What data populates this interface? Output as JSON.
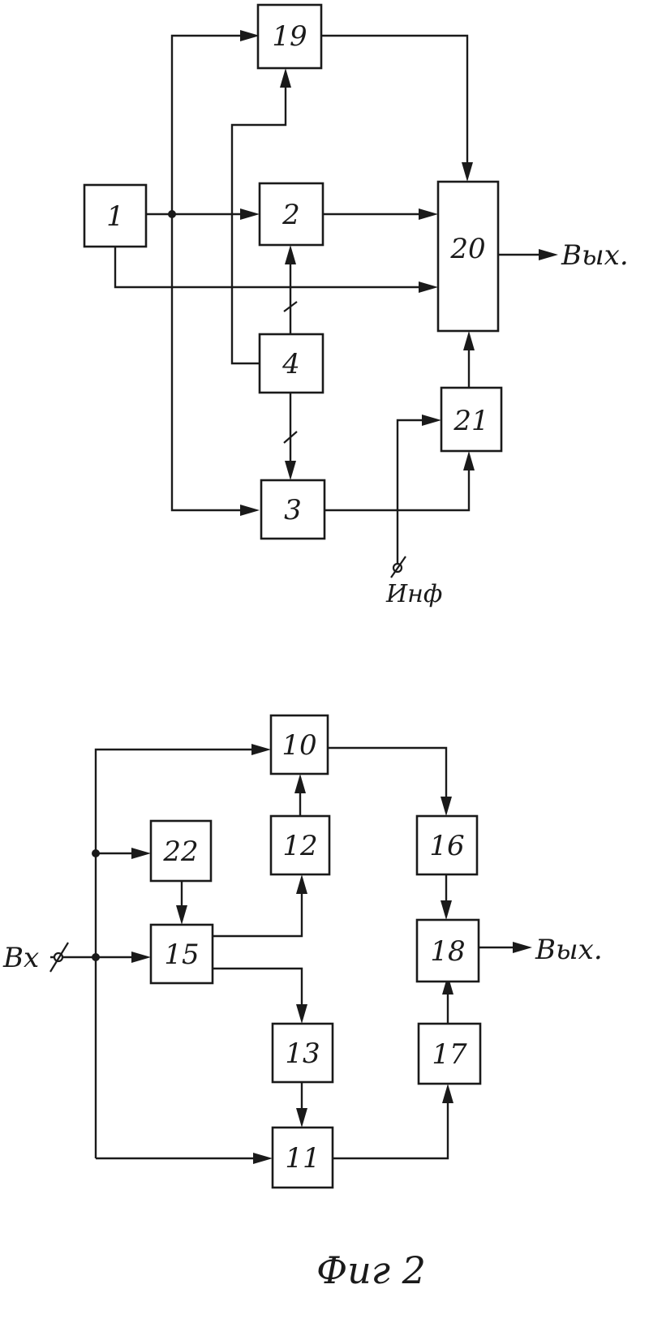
{
  "fig1": {
    "blocks": {
      "b1": "1",
      "b2": "2",
      "b3": "3",
      "b4": "4",
      "b19": "19",
      "b20": "20",
      "b21": "21"
    },
    "output_label": "Вых.",
    "input_label": "Инф"
  },
  "fig2": {
    "blocks": {
      "b10": "10",
      "b11": "11",
      "b12": "12",
      "b13": "13",
      "b15": "15",
      "b16": "16",
      "b17": "17",
      "b18": "18",
      "b22": "22"
    },
    "input_label": "Вх",
    "output_label": "Вых."
  },
  "caption": "Фиг 2"
}
